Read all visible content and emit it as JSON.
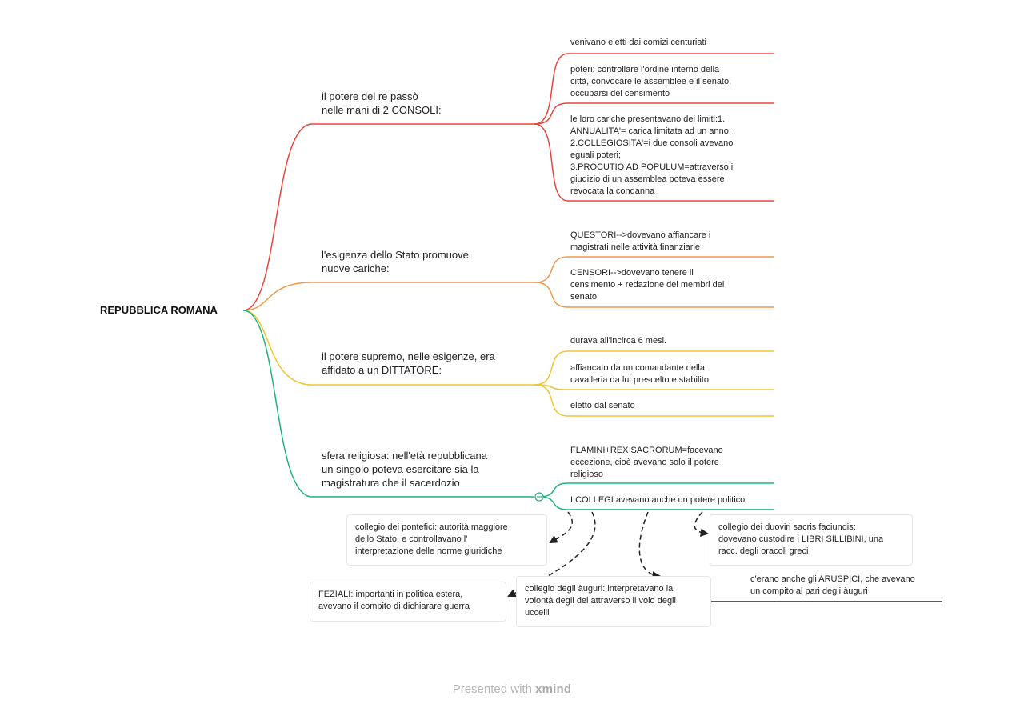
{
  "root": {
    "label": "REPUBBLICA ROMANA"
  },
  "branches": [
    {
      "label": "il potere del re passò\nnelle mani di 2 CONSOLI:",
      "color": "#e8453c",
      "children": [
        "venivano eletti dai comizi centuriati",
        "poteri: controllare l'ordine interno della\ncittà, convocare le assemblee e il senato,\noccuparsi del censimento",
        "le loro cariche presentavano dei limiti:1.\nANNUALITA'= carica limitata ad un anno;\n2.COLLEGIOSITA'=i due consoli avevano\neguali poteri;\n 3.PROCUTIO AD POPULUM=attraverso il\ngiudizio di un assemblea poteva essere\nrevocata la condanna"
      ]
    },
    {
      "label": "l'esigenza dello Stato promuove\nnuove cariche:",
      "color": "#f0994a",
      "children": [
        "QUESTORI-->dovevano affiancare i\nmagistrati nelle attività finanziarie",
        "CENSORI-->dovevano tenere il\ncensimento + redazione dei membri del\nsenato"
      ]
    },
    {
      "label": "il potere supremo, nelle esigenze, era\naffidato a un DITTATORE:",
      "color": "#f2c530",
      "children": [
        "durava all'incirca 6 mesi.",
        "affiancato da un comandante della\ncavalleria da lui prescelto e stabilito",
        "eletto dal senato"
      ]
    },
    {
      "label": "sfera religiosa: nell'età repubblicana\nun singolo poteva esercitare sia la\nmagistratura che il sacerdozio",
      "color": "#1db47a",
      "children": [
        "FLAMINI+REX SACRORUM=facevano\neccezione, cioè avevano solo il potere\nreligioso",
        "I COLLEGI avevano anche un potere politico"
      ]
    }
  ],
  "floating": [
    "collegio dei pontefici: autorità maggiore\ndello Stato, e controllavano l'\ninterpretazione delle norme giuridiche",
    "collegio dei duoviri sacris faciundis:\ndovevano custodire i LIBRI SILLIBINI, una\nracc. degli oracoli greci",
    "FEZIALI: importanti in politica estera,\navevano il compito di dichiarare guerra",
    "collegio degli àuguri: interpretavano la\nvolontà degli dei attraverso il volo degli\nuccelli"
  ],
  "aruspici": "c'erano anche gli ARUSPICI, che avevano\nun compito al pari degli àuguri",
  "footer": {
    "prefix": "Presented with ",
    "brand": "xmind"
  }
}
